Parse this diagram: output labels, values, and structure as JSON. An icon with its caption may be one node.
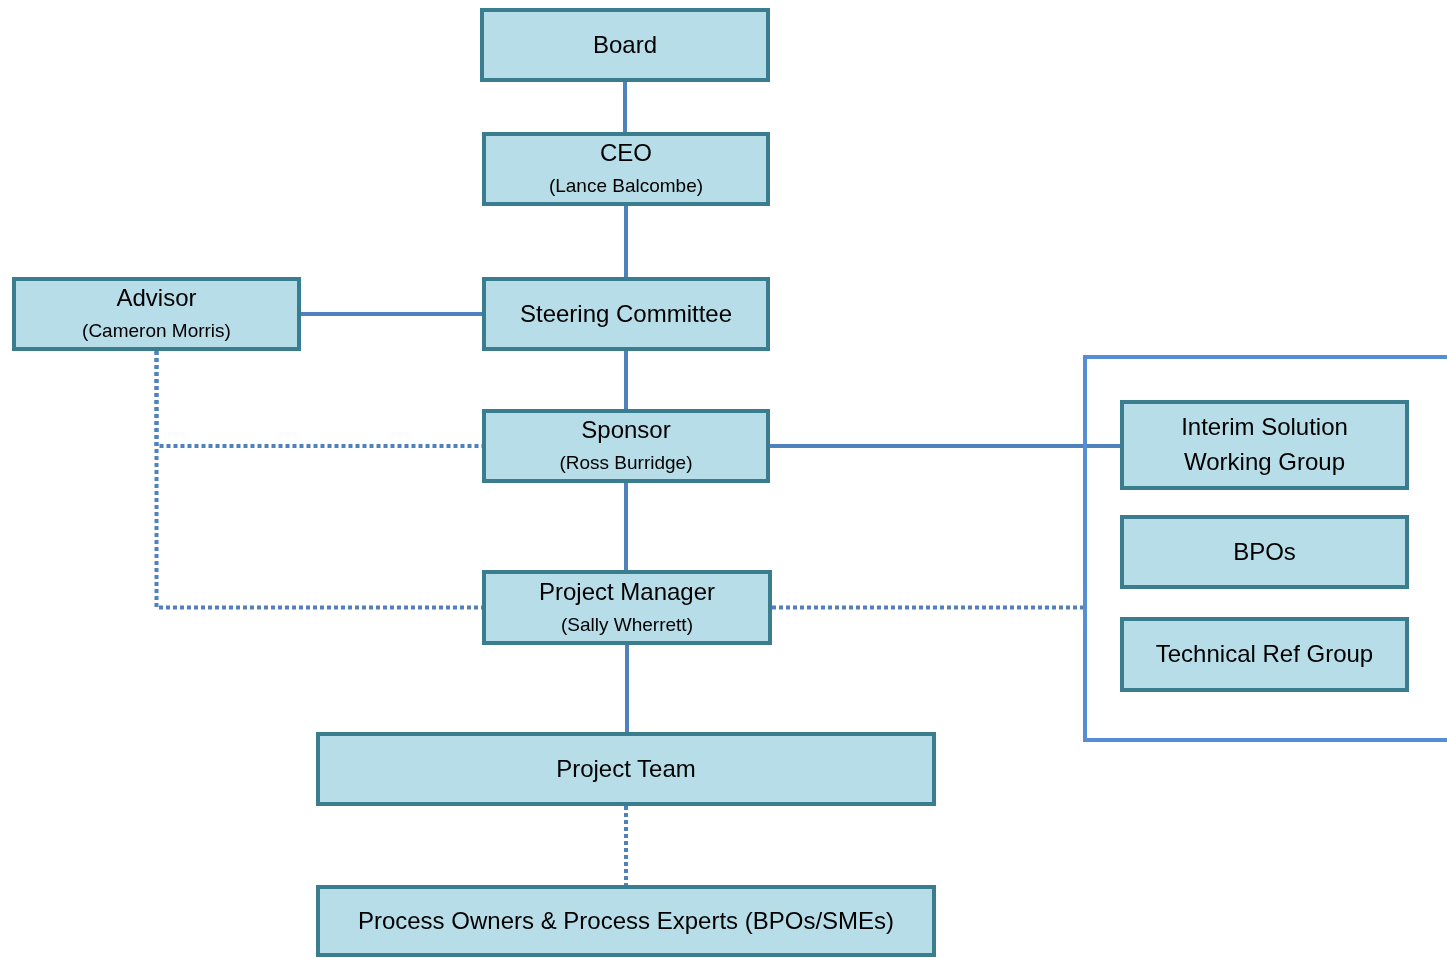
{
  "diagram": {
    "nodes": [
      {
        "text": [
          "Board"
        ]
      },
      {
        "text": [
          "CEO",
          "(Lance Balcombe)"
        ]
      },
      {
        "text": [
          "Advisor",
          "(Cameron Morris)"
        ]
      },
      {
        "text": [
          "Steering Committee"
        ]
      },
      {
        "text": [
          "Sponsor",
          "(Ross Burridge)"
        ]
      },
      {
        "text": [
          "Project Manager",
          "(Sally Wherrett)"
        ]
      },
      {
        "text": [
          "Project Team"
        ]
      },
      {
        "text": [
          "Process Owners & Process Experts (BPOs/SMEs)"
        ]
      },
      {
        "text": [],
        "shape": "box"
      },
      {
        "text": [
          "Interim Solution Working Group"
        ],
        "in": 8
      },
      {
        "text": [
          "BPOs"
        ],
        "in": 8
      },
      {
        "text": [
          "Technical Ref Group"
        ],
        "in": 8
      }
    ],
    "edges": [
      {
        "from": 0,
        "to": 1,
        "arrow": "none"
      },
      {
        "from": 1,
        "to": 3,
        "arrow": "none"
      },
      {
        "from": 2,
        "to": 3,
        "arrow": "none"
      },
      {
        "from": 3,
        "to": 4,
        "arrow": "none"
      },
      {
        "from": 4,
        "to": 5,
        "arrow": "none"
      },
      {
        "from": 5,
        "to": 6,
        "arrow": "none"
      },
      {
        "from": 6,
        "to": 7,
        "arrow": "none",
        "style": "dashed"
      },
      {
        "from": 4,
        "to": 9,
        "arrow": "none"
      },
      {
        "from": 5,
        "to": 8,
        "arrow": "none",
        "style": "dashed"
      },
      {
        "from": 2,
        "to": 4,
        "arrow": "none",
        "style": "dashed"
      },
      {
        "from": 2,
        "to": 5,
        "arrow": "none",
        "style": "dashed"
      }
    ]
  }
}
